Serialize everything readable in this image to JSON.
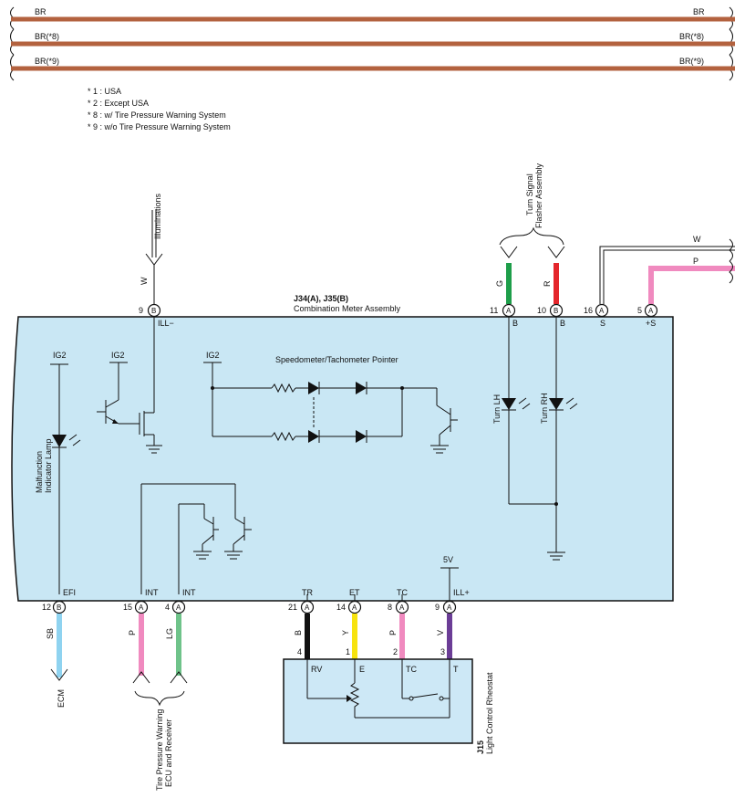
{
  "buses": [
    {
      "left": "BR",
      "right": "BR"
    },
    {
      "left": "BR(*8)",
      "right": "BR(*8)"
    },
    {
      "left": "BR(*9)",
      "right": "BR(*9)"
    }
  ],
  "notes": [
    "* 1 : USA",
    "* 2 : Except USA",
    "* 8 : w/ Tire Pressure Warning System",
    "* 9 : w/o Tire Pressure Warning System"
  ],
  "assembly": {
    "code": "J34(A), J35(B)",
    "name": "Combination Meter Assembly"
  },
  "top_connectors": {
    "illum": {
      "title": "Illuminations",
      "wire": "W",
      "pin": "9",
      "conn": "B",
      "term": "ILL−"
    },
    "turn_flasher": {
      "title_line1": "Turn Signal",
      "title_line2": "Flasher Assembly"
    },
    "pin11": {
      "pin": "11",
      "conn": "A",
      "wire": "G",
      "term": "B"
    },
    "pin10": {
      "pin": "10",
      "conn": "B",
      "wire": "R",
      "term": "B"
    },
    "pin16": {
      "pin": "16",
      "conn": "A",
      "term": "S"
    },
    "pin5": {
      "pin": "5",
      "conn": "A",
      "term": "+S"
    },
    "right_w": "W",
    "right_p": "P"
  },
  "internal": {
    "ig2_a": "IG2",
    "ig2_b": "IG2",
    "ig2_c": "IG2",
    "pointer": "Speedometer/Tachometer Pointer",
    "mil_line1": "Malfunction",
    "mil_line2": "Indicator Lamp",
    "turn_lh": "Turn LH",
    "turn_rh": "Turn RH",
    "v5": "5V"
  },
  "bottom_connectors": {
    "efi": {
      "pin": "12",
      "conn": "B",
      "term": "EFI",
      "wire": "SB",
      "dest": "ECM"
    },
    "int15": {
      "pin": "15",
      "conn": "A",
      "term": "INT",
      "wire": "P"
    },
    "int4": {
      "pin": "4",
      "conn": "A",
      "term": "INT",
      "wire": "LG"
    },
    "tpw_line1": "Tire Pressure Warning",
    "tpw_line2": "ECU and Receiver",
    "tr": {
      "pin": "21",
      "conn": "A",
      "term": "TR",
      "wire": "B",
      "rheo_pin": "4",
      "rheo_term": "RV"
    },
    "et": {
      "pin": "14",
      "conn": "A",
      "term": "ET",
      "wire": "Y",
      "rheo_pin": "1",
      "rheo_term": "E"
    },
    "tc": {
      "pin": "8",
      "conn": "A",
      "term": "TC",
      "wire": "P",
      "rheo_pin": "2",
      "rheo_term": "TC"
    },
    "ill": {
      "pin": "9",
      "conn": "A",
      "term": "ILL+",
      "wire": "V",
      "rheo_pin": "3",
      "rheo_term": "T"
    }
  },
  "rheostat": {
    "code": "J15",
    "name": "Light Control Rheostat"
  },
  "colors": {
    "bus_brown": "#B3623F",
    "meter_fill": "#C9E7F4",
    "rheostat_fill": "#CDE8F6",
    "green": "#1E9E4A",
    "red": "#E4262B",
    "pink": "#F08ABF",
    "sky": "#8FD3F0",
    "light_green": "#6FC38A",
    "black": "#111111",
    "yellow": "#F7E30F",
    "violet": "#6B3D96"
  }
}
